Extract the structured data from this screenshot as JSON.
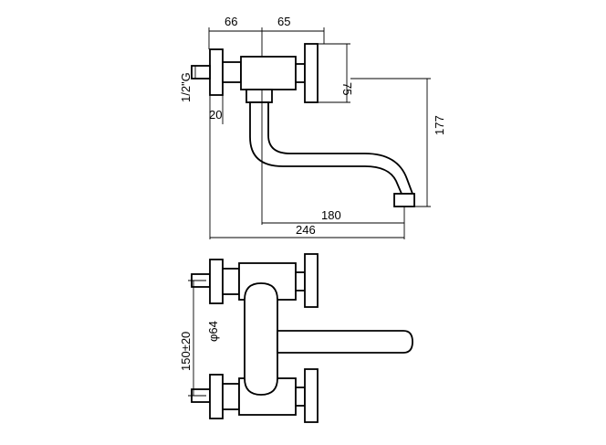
{
  "dimensions": {
    "top_left_width": "66",
    "top_right_width": "65",
    "handle_height": "75",
    "thread": "1/2\"G",
    "wall_depth": "20",
    "spout_height": "177",
    "spout_reach": "180",
    "overall_length": "246",
    "body_diameter": "φ64",
    "inlet_spacing": "150±20"
  }
}
